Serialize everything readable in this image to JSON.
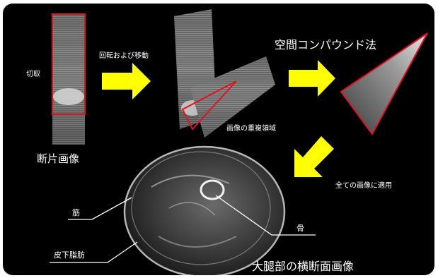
{
  "labels": {
    "cut": "切取",
    "rotate_move": "回転および移動",
    "spatial_compound": "空間コンパウンド法",
    "fragment_image": "断片画像",
    "overlap_region": "画像の重複領域",
    "apply_all": "全ての画像に適用",
    "muscle": "筋",
    "subcutaneous_fat": "皮下脂肪",
    "bone": "骨",
    "cross_section": "大腿部の横断面画像"
  },
  "colors": {
    "panel_bg": "#000000",
    "arrow_yellow": "#ffff00",
    "outline_red": "#e0141e",
    "text": "#ffffff"
  }
}
